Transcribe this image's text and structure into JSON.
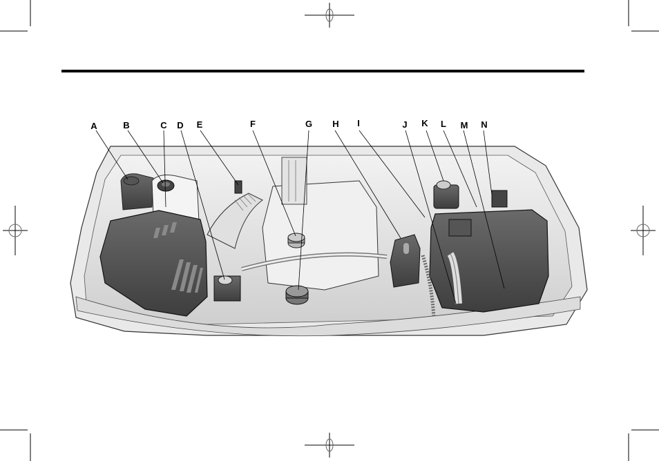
{
  "figure": {
    "type": "engine-compartment-illustration",
    "callouts": [
      {
        "id": "A",
        "label": "A"
      },
      {
        "id": "B",
        "label": "B"
      },
      {
        "id": "C",
        "label": "C"
      },
      {
        "id": "D",
        "label": "D"
      },
      {
        "id": "E",
        "label": "E"
      },
      {
        "id": "F",
        "label": "F"
      },
      {
        "id": "G",
        "label": "G"
      },
      {
        "id": "H",
        "label": "H"
      },
      {
        "id": "I",
        "label": "I"
      },
      {
        "id": "J",
        "label": "J"
      },
      {
        "id": "K",
        "label": "K"
      },
      {
        "id": "L",
        "label": "L"
      },
      {
        "id": "M",
        "label": "M"
      },
      {
        "id": "N",
        "label": "N"
      }
    ]
  },
  "colors": {
    "background": "#ffffff",
    "ink": "#000000",
    "panel_light": "#e6e6e6",
    "panel_mid": "#bdbdbd",
    "panel_dark": "#555555"
  }
}
